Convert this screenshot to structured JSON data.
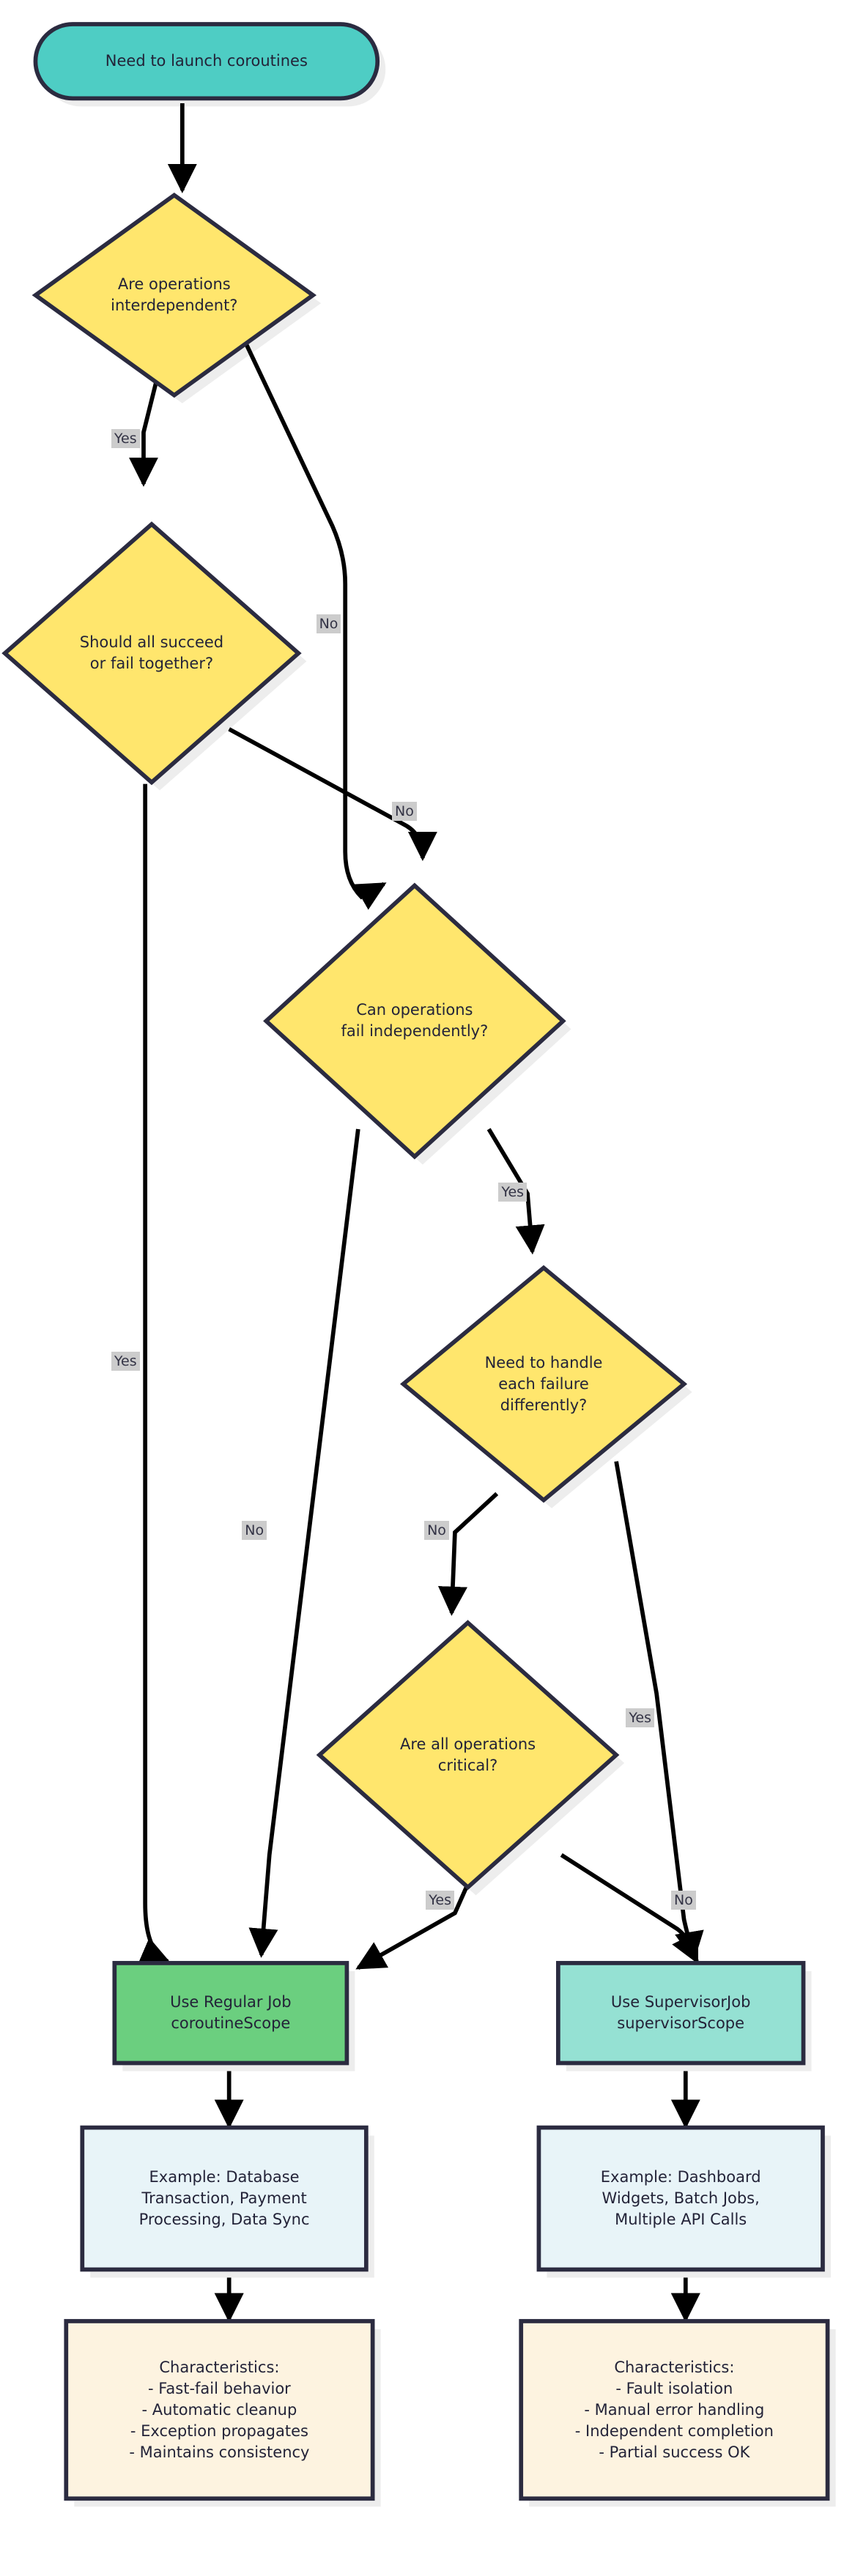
{
  "diagram": {
    "title": "Coroutine Job vs SupervisorJob decision flowchart",
    "colors": {
      "start_fill": "#4ecdc4",
      "decision_fill": "#ffe66d",
      "regular_job_fill": "#6bcf7f",
      "supervisor_job_fill": "#95e1d3",
      "example_fill": "#e8f4f8",
      "characteristics_fill": "#fdf3e0",
      "stroke": "#2b2b40",
      "text": "#232338",
      "edge_label_bg": "#cccccc",
      "shadow": "#ededed"
    }
  },
  "nodes": {
    "start": {
      "id": "start",
      "shape": "stadium",
      "text": "Need to launch coroutines"
    },
    "d1": {
      "id": "d1",
      "shape": "diamond",
      "text": "Are operations\ninterdependent?"
    },
    "d2": {
      "id": "d2",
      "shape": "diamond",
      "text": "Should all succeed\nor fail together?"
    },
    "d3": {
      "id": "d3",
      "shape": "diamond",
      "text": "Can operations\nfail independently?"
    },
    "d4": {
      "id": "d4",
      "shape": "diamond",
      "text": "Need to handle\neach failure\ndifferently?"
    },
    "d5": {
      "id": "d5",
      "shape": "diamond",
      "text": "Are all operations\ncritical?"
    },
    "regular": {
      "id": "regular",
      "shape": "rect",
      "text": "Use Regular Job\ncoroutineScope"
    },
    "supervisor": {
      "id": "supervisor",
      "shape": "rect",
      "text": "Use SupervisorJob\nsupervisorScope"
    },
    "example_left": {
      "id": "example_left",
      "shape": "rect",
      "text": "Example: Database\nTransaction, Payment\nProcessing, Data Sync"
    },
    "example_right": {
      "id": "example_right",
      "shape": "rect",
      "text": "Example: Dashboard\nWidgets, Batch Jobs,\nMultiple API Calls"
    },
    "chars_left": {
      "id": "chars_left",
      "shape": "rect",
      "text": "Characteristics:\n- Fast-fail behavior\n- Automatic cleanup\n- Exception propagates\n- Maintains consistency"
    },
    "chars_right": {
      "id": "chars_right",
      "shape": "rect",
      "text": "Characteristics:\n- Fault isolation\n- Manual error handling\n- Independent completion\n- Partial success OK"
    }
  },
  "edge_labels": {
    "d1_yes": "Yes",
    "d1_no": "No",
    "d2_yes": "Yes",
    "d2_no": "No",
    "d3_no": "No",
    "d3_yes": "Yes",
    "d4_no": "No",
    "d4_yes": "Yes",
    "d5_yes": "Yes",
    "d5_no": "No"
  }
}
